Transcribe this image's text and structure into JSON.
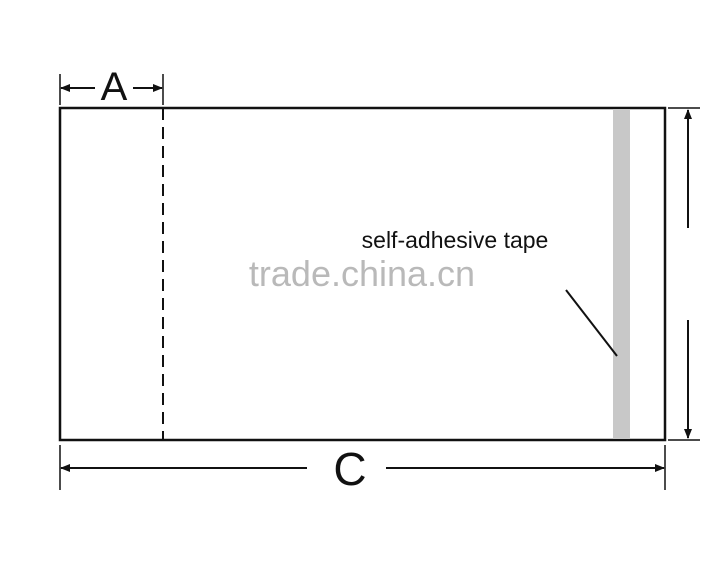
{
  "labels": {
    "dimension_a": "A",
    "dimension_c": "C",
    "tape_callout": "self-adhesive tape"
  },
  "watermark": "trade.china.cn",
  "colors": {
    "outline": "#111111",
    "tape": "#c8c8c8",
    "watermark": "#b9b9b9",
    "background": "#ffffff"
  }
}
